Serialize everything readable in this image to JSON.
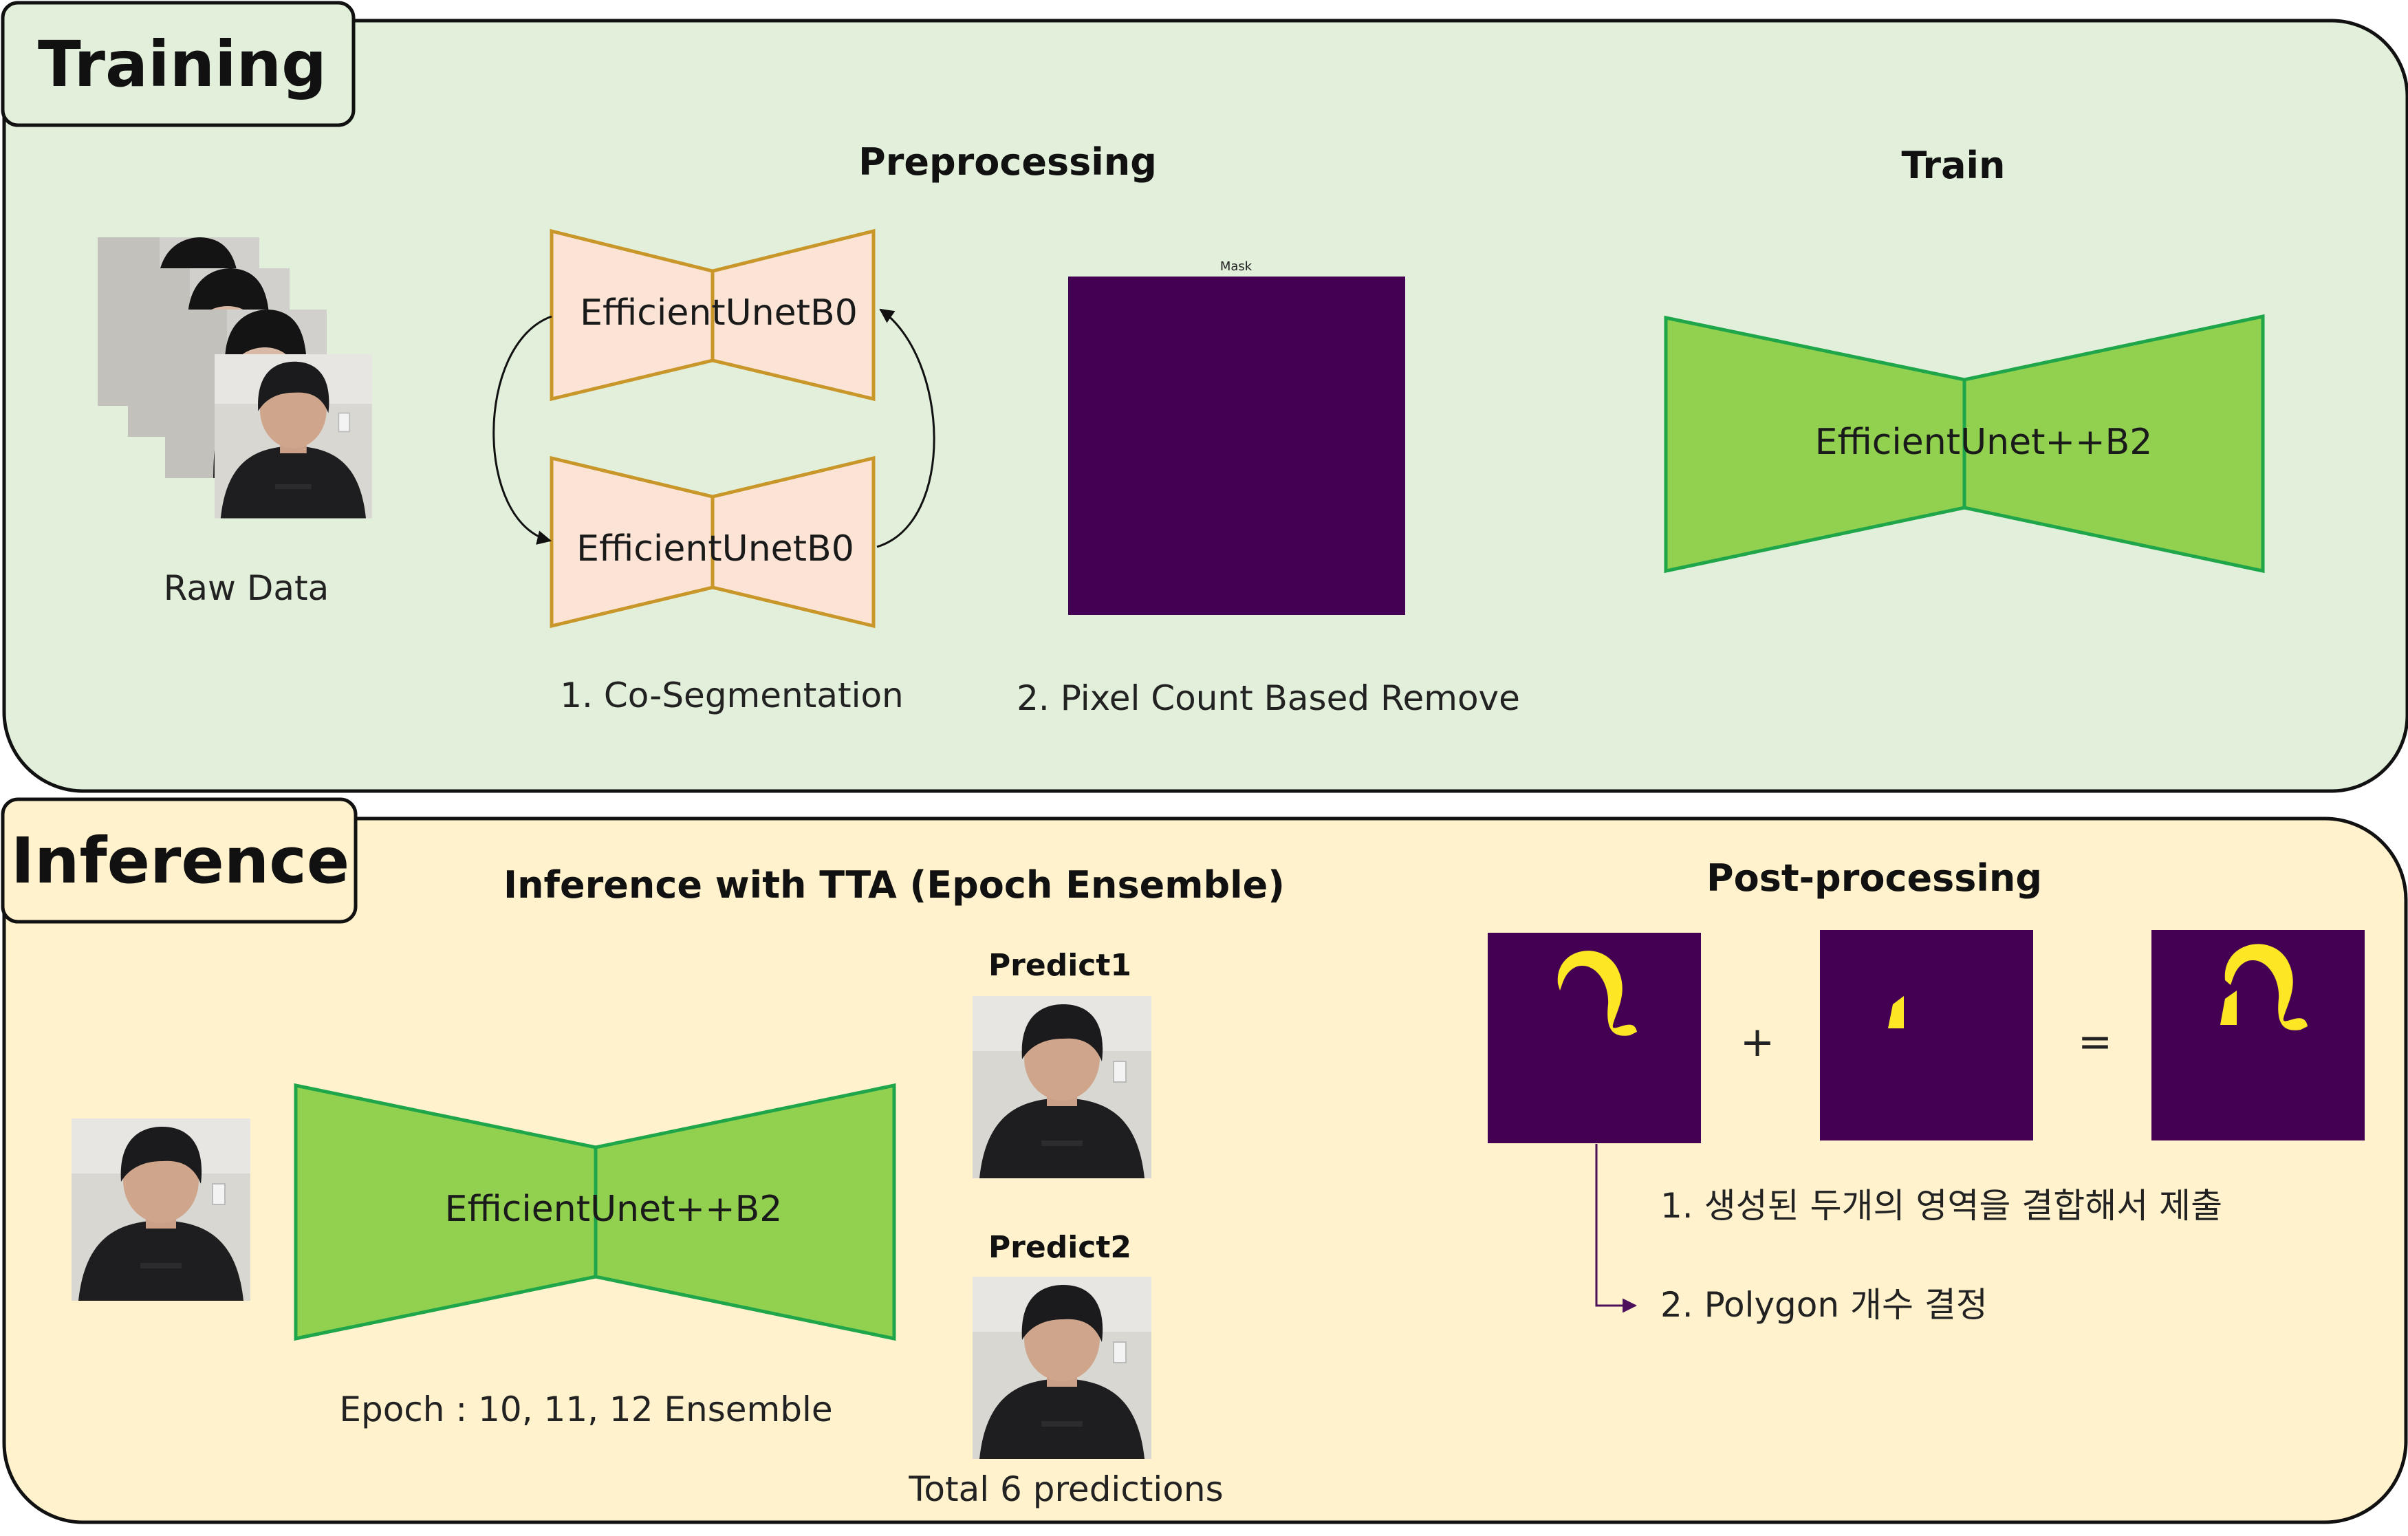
{
  "training": {
    "title": "Training",
    "raw_data_label": "Raw Data",
    "preprocessing_header": "Preprocessing",
    "train_header": "Train",
    "cosegmentation_model_a": "EfficientUnetB0",
    "cosegmentation_model_b": "EfficientUnetB0",
    "step1_label": "1. Co-Segmentation",
    "mask_title": "Mask",
    "step2_label": "2. Pixel Count Based Remove",
    "train_model": "EfficientUnet++B2"
  },
  "inference": {
    "title": "Inference",
    "tta_header": "Inference with TTA (Epoch Ensemble)",
    "model": "EfficientUnet++B2",
    "epoch_label": "Epoch : 10, 11, 12 Ensemble",
    "predict1_label": "Predict1",
    "predict2_label": "Predict2",
    "total_label": "Total 6 predictions",
    "postprocessing_header": "Post-processing",
    "plus_sign": "+",
    "equals_sign": "=",
    "post_step1": "1. 생성된 두개의 영역을 결합해서 제출",
    "post_step2": "2. Polygon 개수 결정"
  },
  "colors": {
    "training_bg": "#e2efda",
    "inference_bg": "#fff2cc",
    "b0_fill": "#fbe4d5",
    "b0_stroke": "#c9962a",
    "b2_fill": "#92d050",
    "b2_stroke": "#1fa64a",
    "mask_bg": "#440154",
    "mask_fg": "#fde725"
  }
}
